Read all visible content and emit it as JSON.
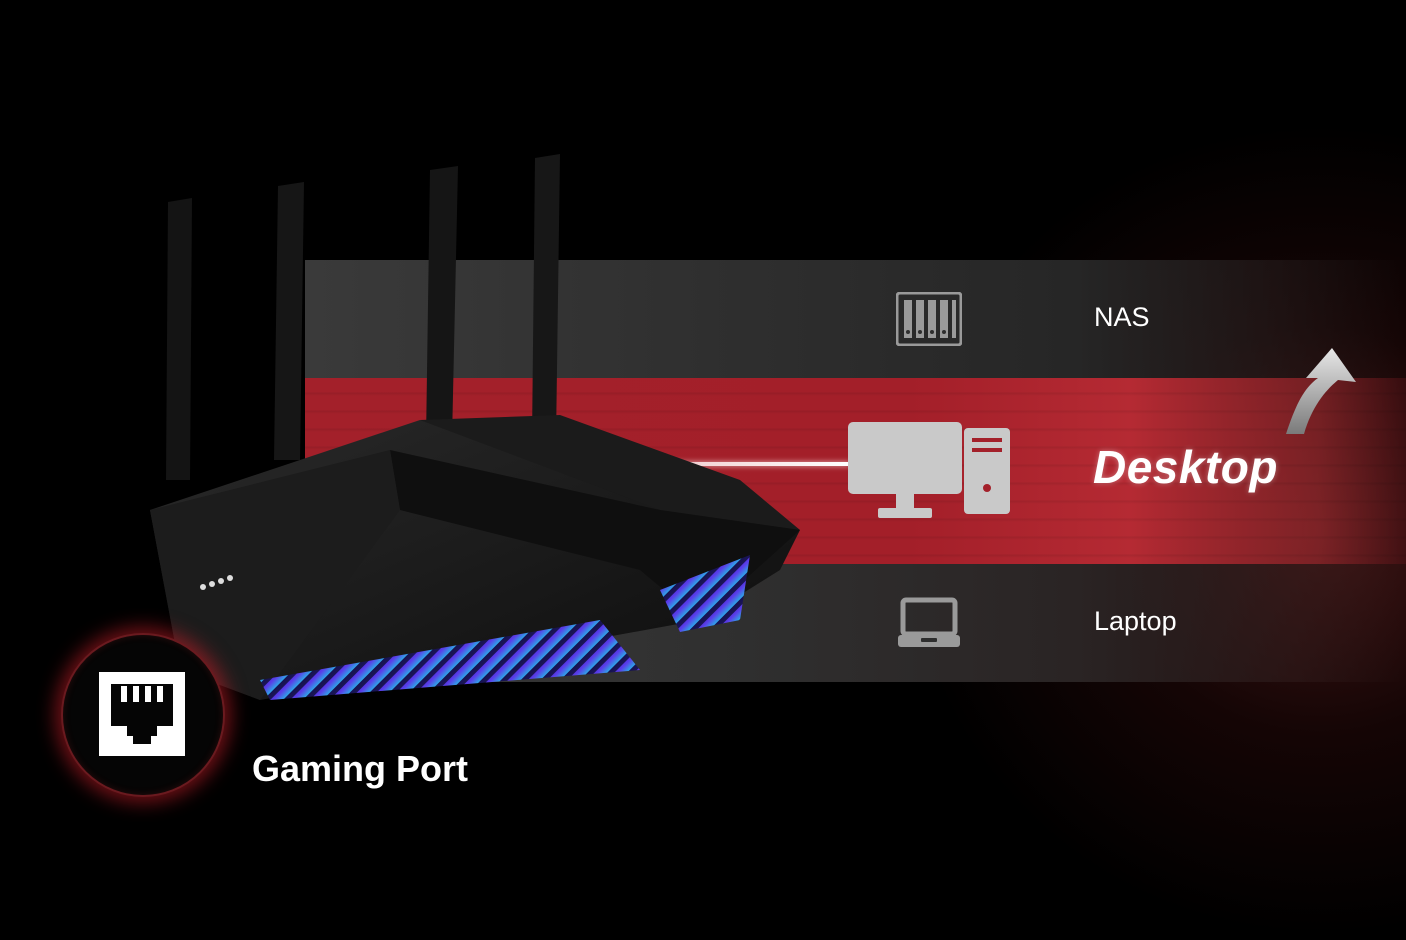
{
  "devices": {
    "nas": {
      "label": "NAS",
      "icon": "nas-icon"
    },
    "desktop": {
      "label": "Desktop",
      "icon": "desktop-computer-icon"
    },
    "laptop": {
      "label": "Laptop",
      "icon": "laptop-icon"
    }
  },
  "gaming_port": {
    "label": "Gaming Port",
    "icon": "ethernet-port-icon"
  },
  "colors": {
    "priority_band": "#a3202a",
    "band_gray": "#333333",
    "badge_glow": "#c81e28",
    "text": "#ffffff"
  }
}
